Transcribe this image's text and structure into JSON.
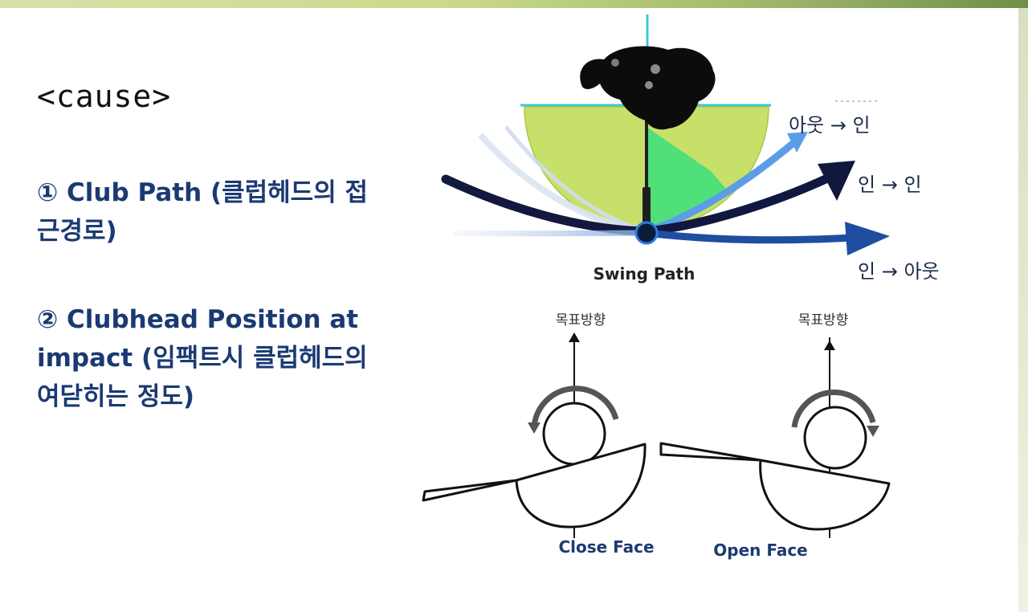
{
  "heading": "<cause>",
  "causes": [
    {
      "text": "① Club Path (클럽헤드의 접근경로)"
    },
    {
      "text": "② Clubhead Position at impact (임팩트시 클럽헤드의 여닫히는 정도)"
    }
  ],
  "swing_diagram": {
    "caption": "Swing Path",
    "paths": [
      {
        "label": "아웃 → 인",
        "color": "#5b9ee6"
      },
      {
        "label": "인 → 인",
        "color": "#101840"
      },
      {
        "label": "인 → 아웃",
        "color": "#1f4ea0"
      }
    ]
  },
  "face_diagrams": [
    {
      "direction_label": "목표방향",
      "caption": "Close Face"
    },
    {
      "direction_label": "목표방향",
      "caption": "Open Face"
    }
  ],
  "colors": {
    "text_blue": "#1b3a72",
    "guide_cyan": "#3fc6d6",
    "zone_lime": "#c6e06a",
    "zone_green": "#4fe07a"
  }
}
